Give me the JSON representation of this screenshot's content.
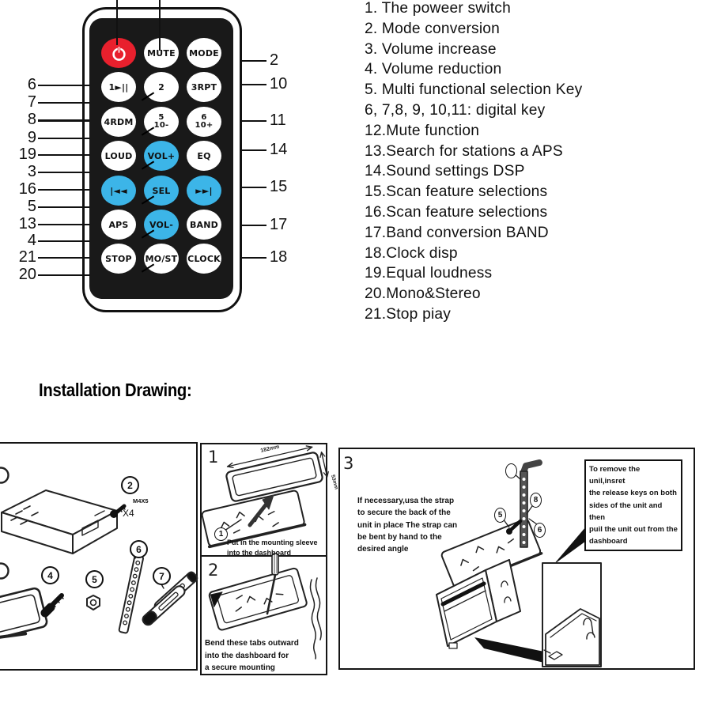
{
  "colors": {
    "accent_red": "#e8202d",
    "accent_blue": "#3cb5e8",
    "panel_black": "#191919",
    "line_black": "#111111"
  },
  "remote": {
    "buttons": [
      {
        "name": "power",
        "label": ""
      },
      {
        "name": "mute",
        "label": "MUTE"
      },
      {
        "name": "mode",
        "label": "MODE"
      },
      {
        "name": "digit-1-play-pause",
        "label": "1►||"
      },
      {
        "name": "digit-2",
        "label": "2"
      },
      {
        "name": "digit-3-rpt",
        "label": "3RPT"
      },
      {
        "name": "digit-4-rdm",
        "label": "4RDM"
      },
      {
        "name": "digit-5-10minus",
        "label": "5\n10-"
      },
      {
        "name": "digit-6-10plus",
        "label": "6\n10+"
      },
      {
        "name": "loud",
        "label": "LOUD"
      },
      {
        "name": "vol-plus",
        "label": "VOL+"
      },
      {
        "name": "eq",
        "label": "EQ"
      },
      {
        "name": "previous",
        "label": "|◄◄"
      },
      {
        "name": "sel",
        "label": "SEL"
      },
      {
        "name": "next",
        "label": "►►|"
      },
      {
        "name": "aps",
        "label": "APS"
      },
      {
        "name": "vol-minus",
        "label": "VOL-"
      },
      {
        "name": "band",
        "label": "BAND"
      },
      {
        "name": "stop",
        "label": "STOP"
      },
      {
        "name": "mo-st",
        "label": "MO/ST"
      },
      {
        "name": "clock",
        "label": "CLOCK"
      }
    ],
    "callouts_left": [
      "6",
      "7",
      "8",
      "9",
      "19",
      "3",
      "16",
      "5",
      "13",
      "4",
      "21",
      "20"
    ],
    "callouts_right": [
      "2",
      "10",
      "11",
      "14",
      "15",
      "17",
      "18"
    ]
  },
  "function_list": {
    "items": [
      "1. The poweer switch",
      "2. Mode conversion",
      "3. Volume increase",
      "4. Volume reduction",
      "5. Multi functional selection Key",
      "6, 7,8, 9, 10,11: digital key",
      "12.Mute function",
      "13.Search for stations a APS",
      "14.Sound settings DSP",
      "15.Scan feature selections",
      "16.Scan feature selections",
      "17.Band conversion BAND",
      "18.Clock disp",
      "19.Equal loudness",
      "20.Mono&Stereo",
      "21.Stop piay"
    ]
  },
  "installation": {
    "heading": "Installation Drawing:",
    "parts_panel": {
      "callout_2": "2",
      "callout_4": "4",
      "callout_5": "5",
      "callout_6": "6",
      "callout_7": "7",
      "screw_spec": "M4X5",
      "screw_qty": "X4"
    },
    "panel1": {
      "number": "1",
      "callout": "1",
      "dim_width": "182mm",
      "dim_height": "53mm",
      "caption": "Put in the mounting sleeve\ninto the dashboard"
    },
    "panel2": {
      "number": "2",
      "caption": "Bend these tabs outward\ninto the dashboard for\na secure mounting"
    },
    "panel3": {
      "number": "3",
      "callout_5": "5",
      "callout_8": "8",
      "callout_6": "6",
      "note": "If necessary,usa the strap\nto secure the back of the\n unit in place The strap can\nbe bent by hand to the\ndesired angle",
      "removal_note": "To remove the unil,insret\nthe release keys on both\nsides of the unit and then\n puil the unit out from the\ndashboard"
    }
  }
}
